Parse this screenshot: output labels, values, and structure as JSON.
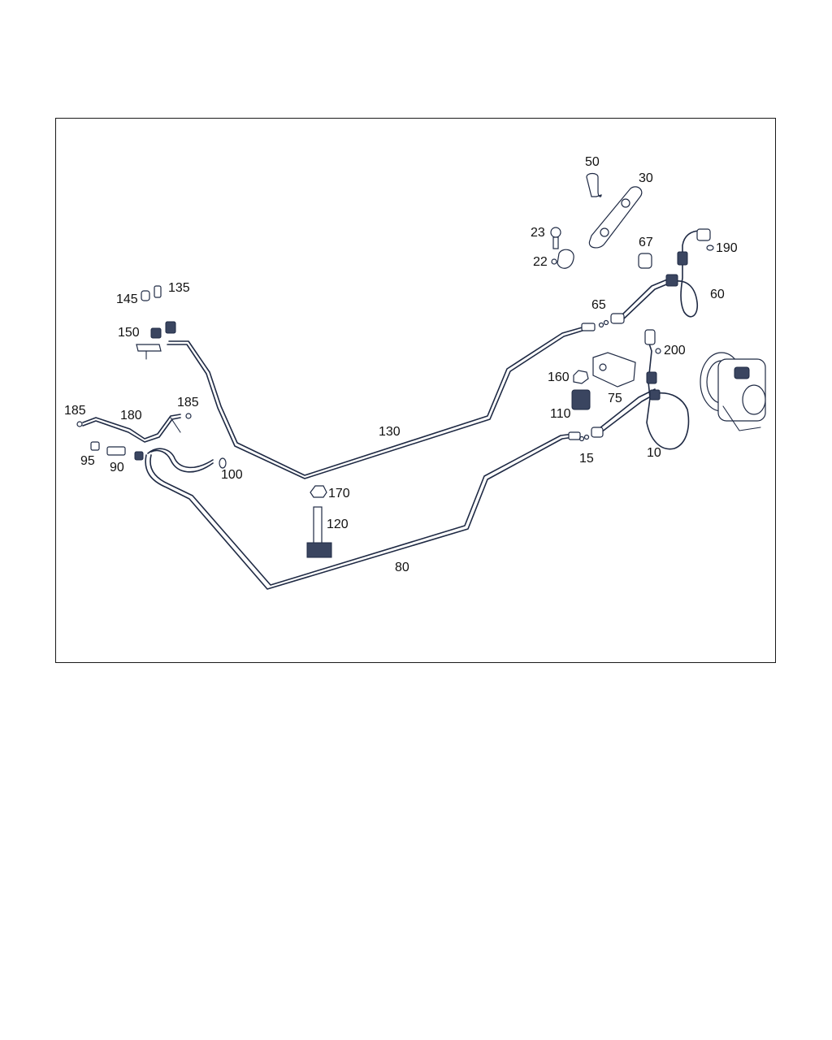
{
  "diagram": {
    "callouts": {
      "c50": "50",
      "c30": "30",
      "c23": "23",
      "c22": "22",
      "c67": "67",
      "c190": "190",
      "c60": "60",
      "c65": "65",
      "c145": "145",
      "c135": "135",
      "c150": "150",
      "c200": "200",
      "c160": "160",
      "c75": "75",
      "c110": "110",
      "c185a": "185",
      "c180": "180",
      "c185b": "185",
      "c130": "130",
      "c95": "95",
      "c90": "90",
      "c100": "100",
      "c15": "15",
      "c10": "10",
      "c170": "170",
      "c120": "120",
      "c80": "80"
    },
    "colors": {
      "line": "#1f2a44",
      "frame": "#1a1a1a",
      "text": "#111111"
    }
  }
}
